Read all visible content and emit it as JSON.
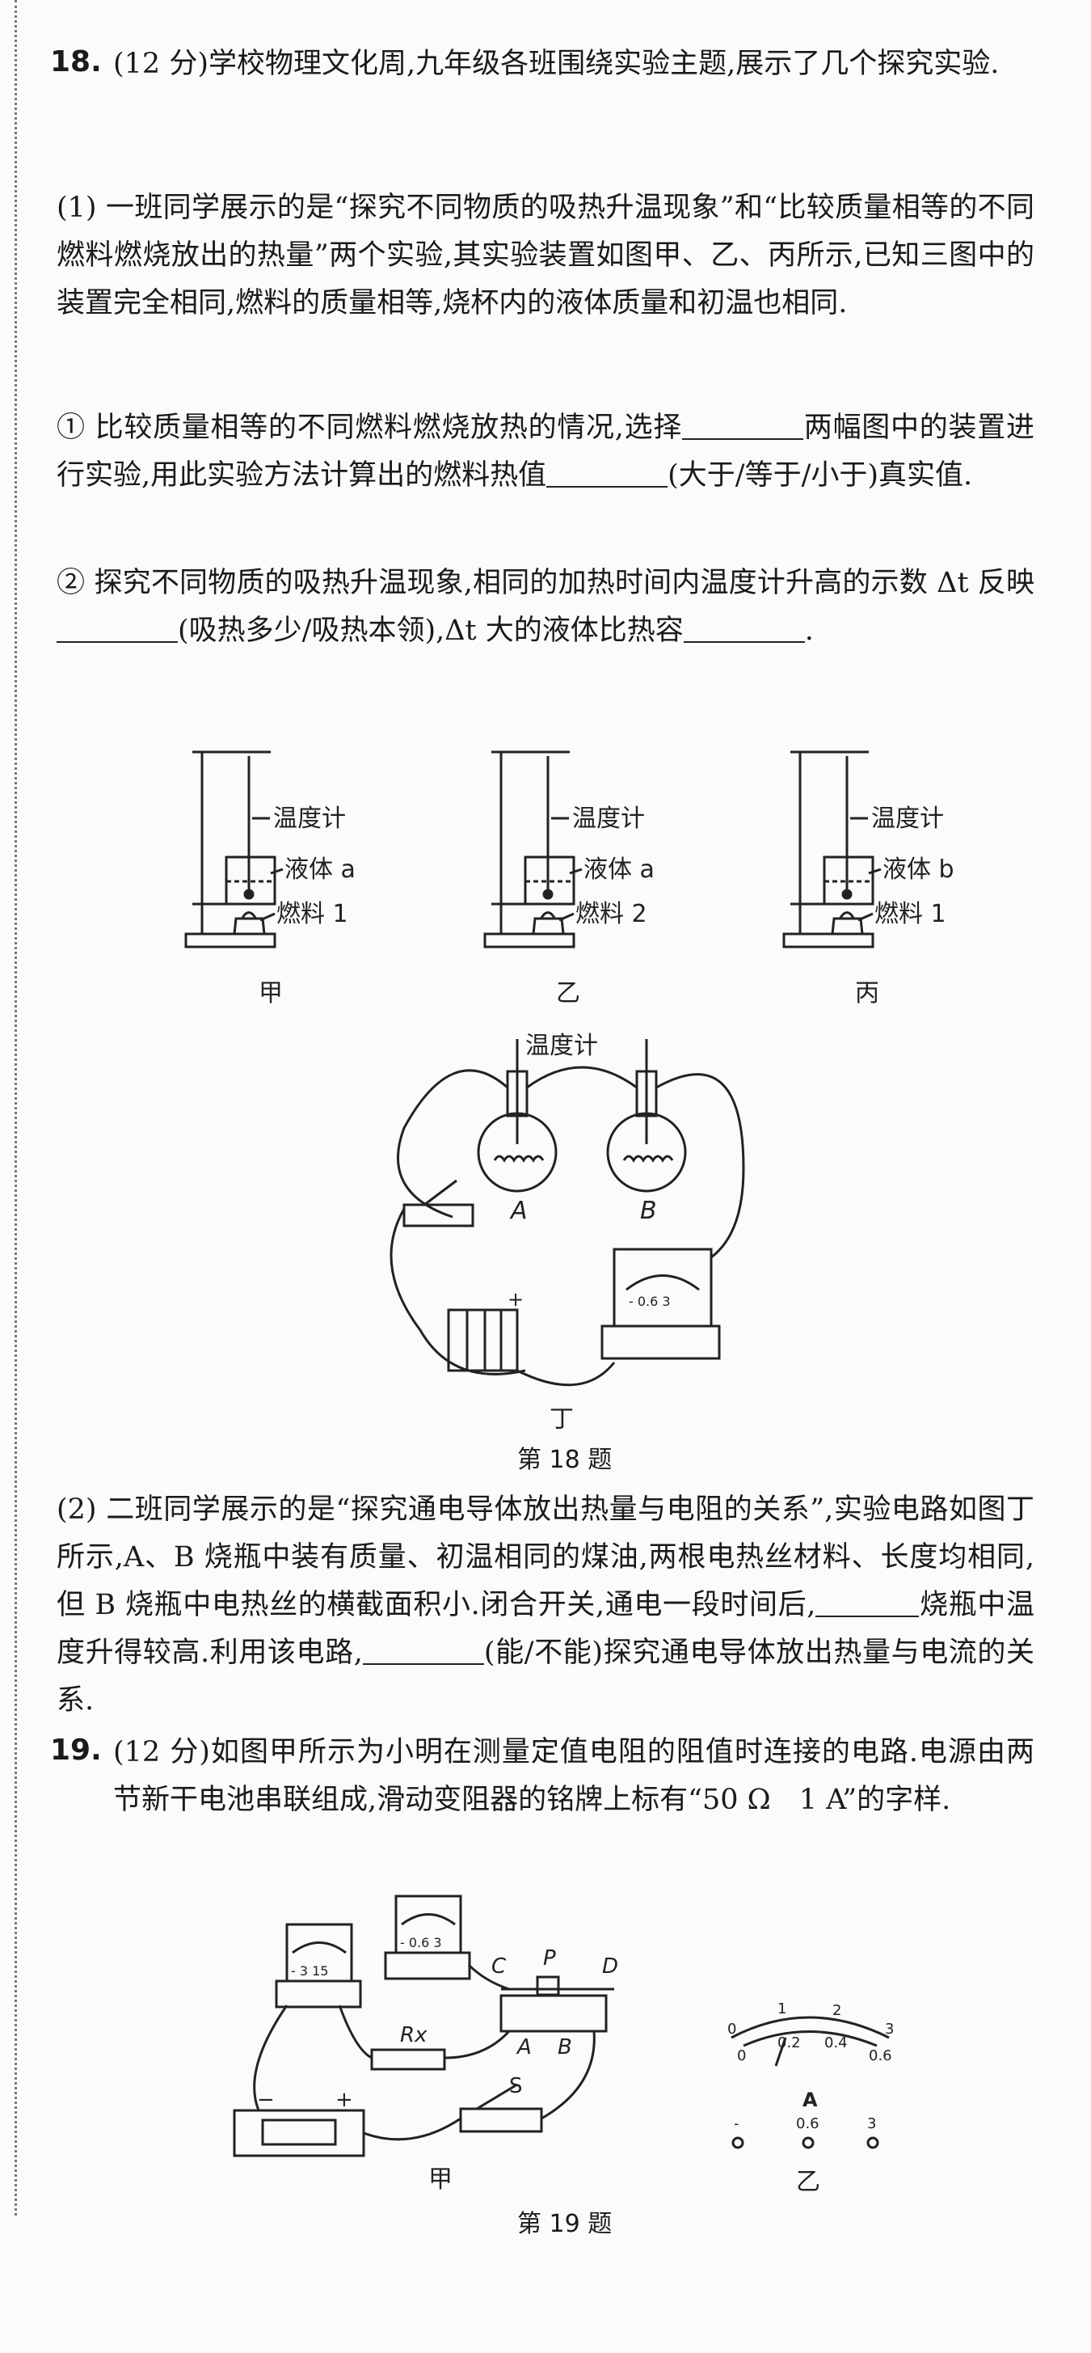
{
  "q18": {
    "num": "18.",
    "line_1": "(12 分)学校物理文化周,九年级各班围绕实验主题,展示了几个探究实验.",
    "part1": "(1) 一班同学展示的是“探究不同物质的吸热升温现象”和“比较质量相等的不同燃料燃烧放出的热量”两个实验,其实验装置如图甲、乙、丙所示,已知三图中的装置完全相同,燃料的质量相等,烧杯内的液体质量和初温也相同.",
    "sub1_a": "① 比较质量相等的不同燃料燃烧放热的情况,选择",
    "sub1_b": "两幅图中的装置进行实验,用此实验方法计算出的燃料热值",
    "sub1_c": "(大于/等于/小于)真实值.",
    "sub2_a": "② 探究不同物质的吸热升温现象,相同的加热时间内温度计升高的示数 Δt 反映",
    "sub2_b": "(吸热多少/吸热本领),Δt 大的液体比热容",
    "sub2_c": ".",
    "part2_a": "(2) 二班同学展示的是“探究通电导体放出热量与电阻的关系”,实验电路如图丁所示,A、B 烧瓶中装有质量、初温相同的煤油,两根电热丝材料、长度均相同,但 B 烧瓶中电热丝的横截面积小.闭合开关,通电一段时间后,",
    "part2_b": "烧瓶中温度升得较高.利用该电路,",
    "part2_c": "(能/不能)探究通电导体放出热量与电流的关系.",
    "fig_caption": "第 18 题"
  },
  "fig18": {
    "thermometer": "温度计",
    "jia": {
      "liquid": "液体 a",
      "fuel": "燃料 1",
      "label": "甲"
    },
    "yi": {
      "liquid": "液体 a",
      "fuel": "燃料 2",
      "label": "乙"
    },
    "bing": {
      "liquid": "液体 b",
      "fuel": "燃料 1",
      "label": "丙"
    },
    "ding": {
      "thermometer": "温度计",
      "flask_a": "A",
      "flask_b": "B",
      "label": "丁",
      "meter_scale": "- 0.6 3",
      "battery_plus": "+"
    }
  },
  "q19": {
    "num": "19.",
    "text": "(12 分)如图甲所示为小明在测量定值电阻的阻值时连接的电路.电源由两节新干电池串联组成,滑动变阻器的铭牌上标有“50 Ω　1 A”的字样.",
    "fig_caption": "第 19 题"
  },
  "fig19": {
    "jia_label": "甲",
    "yi_label": "乙",
    "voltmeter_scale": "- 3 15",
    "ammeter_scale": "- 0.6 3",
    "rx": "Rx",
    "switch": "S",
    "rheostat": {
      "c": "C",
      "p": "P",
      "d": "D",
      "a": "A",
      "b": "B"
    },
    "battery_minus": "−",
    "battery_plus": "+",
    "meter": {
      "top_ticks": [
        "0",
        "1",
        "2",
        "3"
      ],
      "bottom_ticks": [
        "0",
        "0.2",
        "0.4",
        "0.6"
      ],
      "unit": "A",
      "terminals": [
        "-",
        "0.6",
        "3"
      ]
    }
  }
}
